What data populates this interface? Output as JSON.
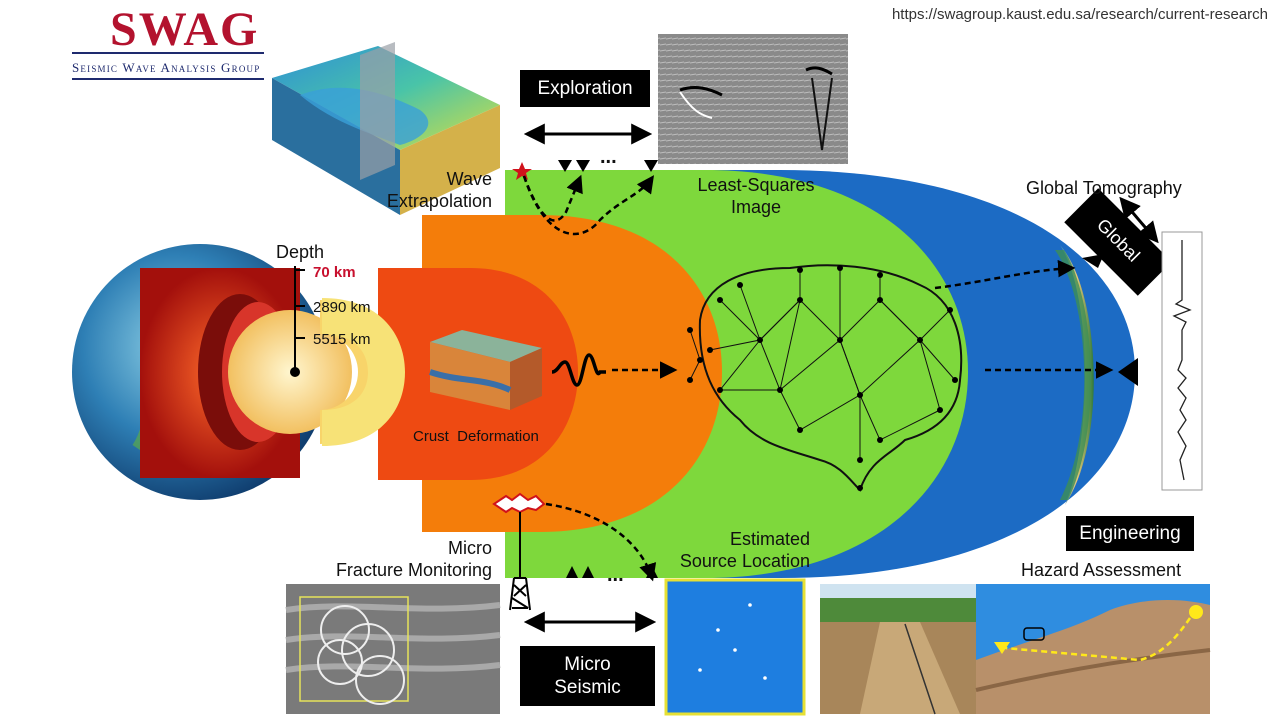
{
  "header": {
    "url": "https://swagroup.kaust.edu.sa/research/current-research",
    "logo_word": "SWAG",
    "logo_subtitle": "Seismic Wave Analysis Group"
  },
  "labels": {
    "exploration": "Exploration",
    "wave_extrapolation": "Wave\nExtrapolation",
    "least_squares_image": "Least-Squares\nImage",
    "global_tomography": "Global Tomography",
    "global": "Global",
    "depth": "Depth",
    "depth_70": "70 km",
    "depth_2890": "2890 km",
    "depth_5515": "5515 km",
    "crust_deformation": "Crust  Deformation",
    "micro_fracture_monitoring": "Micro\nFracture Monitoring",
    "estimated_source_location": "Estimated\nSource Location",
    "engineering": "Engineering",
    "hazard_assessment": "Hazard Assessment",
    "micro_seismic": "Micro\nSeismic",
    "ellipsis_top": "...",
    "ellipsis_bottom": "..."
  },
  "colors": {
    "blue": "#1c6bc4",
    "green": "#7ed83c",
    "orange": "#f47d0a",
    "red_orange": "#ee4a12",
    "depth_red": "#c8102e",
    "logo_red": "#b3122e",
    "logo_navy": "#1e2a6e"
  }
}
